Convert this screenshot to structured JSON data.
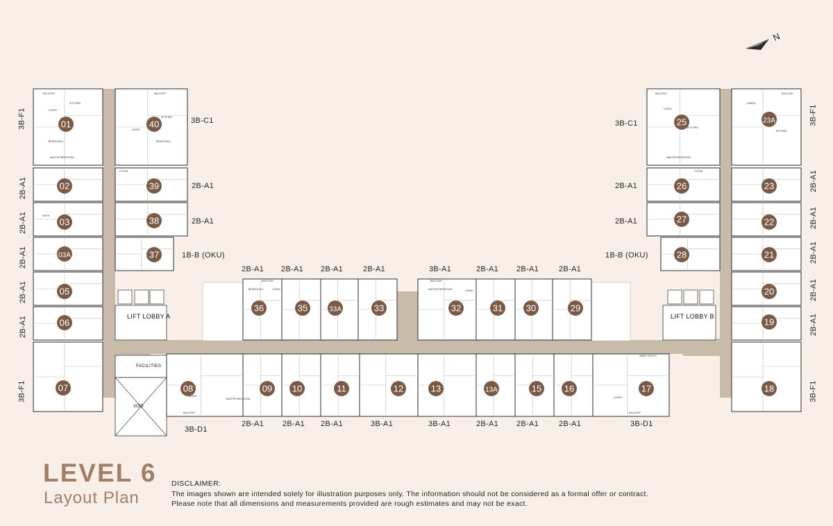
{
  "title": "LEVEL 6",
  "subtitle": "Layout Plan",
  "compass_letter": "N",
  "disclaimer": {
    "heading": "DISCLAIMER:",
    "line1": "The images shown are intended solely for illustration purposes only. The information should not be considered as a formal offer or contract.",
    "line2": "Please note that all dimensions and measurements provided are rough estimates and may not be exact."
  },
  "areas": {
    "lobby_a": "LIFT LOBBY A",
    "lobby_b": "LIFT LOBBY B",
    "facilities": "FACILITIES",
    "void": "VOID"
  },
  "colors": {
    "background": "#f7efe8",
    "corridor": "#c9bbaa",
    "unit_fill": "#ffffff",
    "badge": "#7a5a45",
    "title": "#a07f66"
  },
  "units": [
    {
      "no": "01",
      "type": "3B-F1"
    },
    {
      "no": "02",
      "type": "2B-A1"
    },
    {
      "no": "03",
      "type": "2B-A1"
    },
    {
      "no": "03A",
      "type": "2B-A1"
    },
    {
      "no": "05",
      "type": "2B-A1"
    },
    {
      "no": "06",
      "type": "2B-A1"
    },
    {
      "no": "07",
      "type": "3B-F1"
    },
    {
      "no": "08",
      "type": "3B-D1"
    },
    {
      "no": "09",
      "type": "2B-A1"
    },
    {
      "no": "10",
      "type": "2B-A1"
    },
    {
      "no": "11",
      "type": "2B-A1"
    },
    {
      "no": "12",
      "type": "3B-A1"
    },
    {
      "no": "13",
      "type": "3B-A1"
    },
    {
      "no": "13A",
      "type": "2B-A1"
    },
    {
      "no": "15",
      "type": "2B-A1"
    },
    {
      "no": "16",
      "type": "2B-A1"
    },
    {
      "no": "17",
      "type": "3B-D1"
    },
    {
      "no": "18",
      "type": "3B-F1"
    },
    {
      "no": "19",
      "type": "2B-A1"
    },
    {
      "no": "20",
      "type": "2B-A1"
    },
    {
      "no": "21",
      "type": "2B-A1"
    },
    {
      "no": "22",
      "type": "2B-A1"
    },
    {
      "no": "23",
      "type": "2B-A1"
    },
    {
      "no": "23A",
      "type": "3B-F1"
    },
    {
      "no": "25",
      "type": "3B-C1"
    },
    {
      "no": "26",
      "type": "2B-A1"
    },
    {
      "no": "27",
      "type": "2B-A1"
    },
    {
      "no": "28",
      "type": "1B-B (OKU)"
    },
    {
      "no": "29",
      "type": "2B-A1"
    },
    {
      "no": "30",
      "type": "2B-A1"
    },
    {
      "no": "31",
      "type": "2B-A1"
    },
    {
      "no": "32",
      "type": "3B-A1"
    },
    {
      "no": "33",
      "type": "2B-A1"
    },
    {
      "no": "33A",
      "type": "2B-A1"
    },
    {
      "no": "35",
      "type": "2B-A1"
    },
    {
      "no": "36",
      "type": "2B-A1"
    },
    {
      "no": "37",
      "type": "1B-B (OKU)"
    },
    {
      "no": "38",
      "type": "2B-A1"
    },
    {
      "no": "39",
      "type": "2B-A1"
    },
    {
      "no": "40",
      "type": "3B-C1"
    }
  ],
  "room_labels": {
    "balcony": "BALCONY",
    "living": "LIVING",
    "dining": "DINING",
    "kitchen": "KITCHEN",
    "bedroom1": "BEDROOM 1",
    "bedroom2": "BEDROOM 2",
    "master": "MASTER BEDROOM",
    "yard": "YARD/ UTILITY",
    "foyer": "FOYER",
    "bath": "BATH"
  }
}
